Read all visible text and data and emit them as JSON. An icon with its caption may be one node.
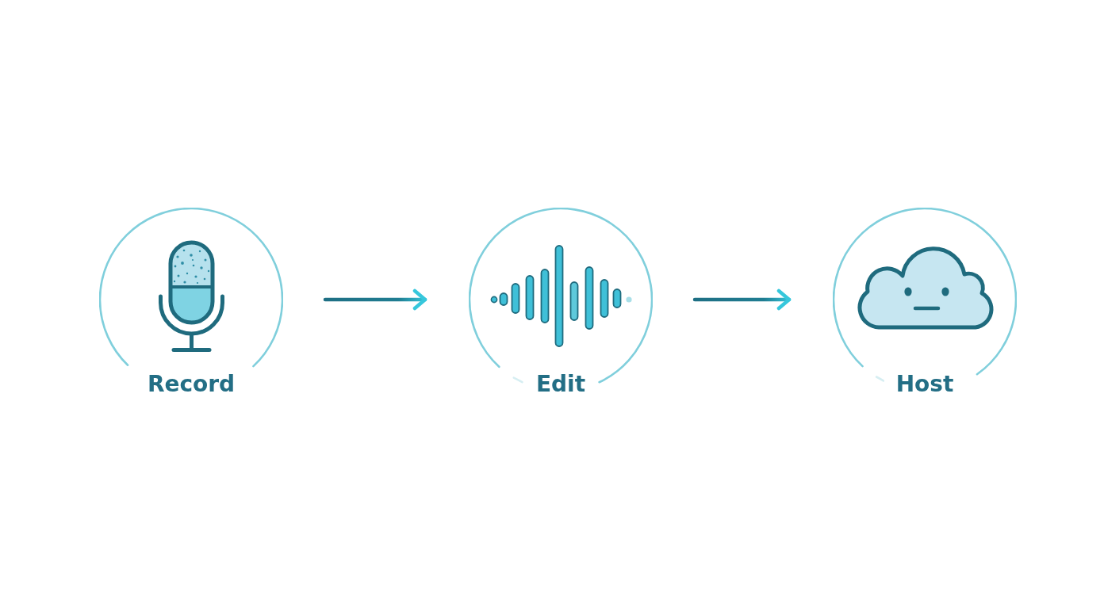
{
  "diagram": {
    "nodes": [
      {
        "text": [
          "Record"
        ]
      },
      {
        "text": [
          "Edit"
        ]
      },
      {
        "text": [
          "Host"
        ]
      }
    ],
    "edges": [
      {
        "from": 0,
        "to": 1,
        "arrow": "to"
      },
      {
        "from": 1,
        "to": 2,
        "arrow": "to"
      }
    ]
  }
}
